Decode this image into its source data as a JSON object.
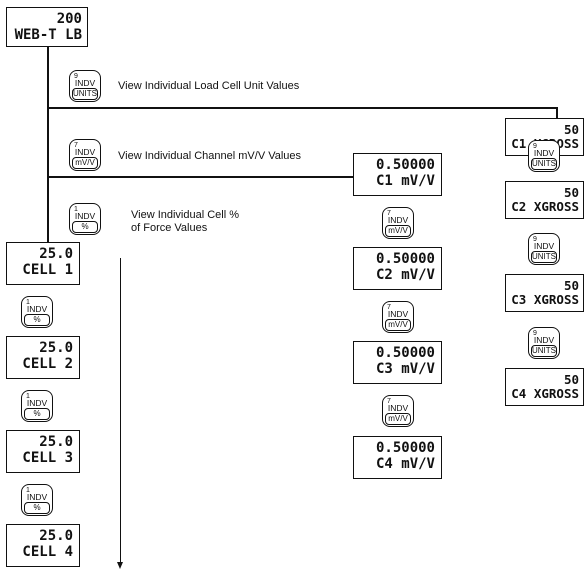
{
  "top_display": {
    "line1": "200",
    "line2": "WEB-T LB"
  },
  "labels": {
    "units": "View Individual Load Cell Unit Values",
    "mvv": "View Individual Channel mV/V Values",
    "pct_line1": "View Individual Cell %",
    "pct_line2": "of Force Values"
  },
  "keys": {
    "units": {
      "num": "9",
      "line1": "INDV",
      "line2": "UNITS"
    },
    "mvv": {
      "num": "7",
      "line1": "INDV",
      "line2": "mV/V"
    },
    "pct": {
      "num": "1",
      "line1": "INDV",
      "line2": "%"
    }
  },
  "cell_percent": [
    {
      "value": "25.0",
      "name": "CELL 1"
    },
    {
      "value": "25.0",
      "name": "CELL 2"
    },
    {
      "value": "25.0",
      "name": "CELL 3"
    },
    {
      "value": "25.0",
      "name": "CELL 4"
    }
  ],
  "channel_mvv": [
    {
      "value": "0.50000",
      "name": "C1 mV/V"
    },
    {
      "value": "0.50000",
      "name": "C2 mV/V"
    },
    {
      "value": "0.50000",
      "name": "C3 mV/V"
    },
    {
      "value": "0.50000",
      "name": "C4 mV/V"
    }
  ],
  "cell_units": [
    {
      "value": "50",
      "name": "C1 XGROSS"
    },
    {
      "value": "50",
      "name": "C2 XGROSS"
    },
    {
      "value": "50",
      "name": "C3 XGROSS"
    },
    {
      "value": "50",
      "name": "C4 XGROSS"
    }
  ]
}
